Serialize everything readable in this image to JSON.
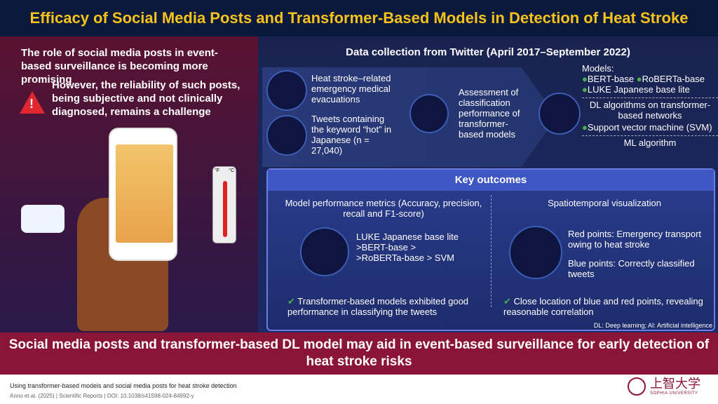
{
  "title": "Efficacy of Social Media Posts and Transformer-Based Models in Detection of Heat Stroke",
  "left": {
    "text1": "The role of social media posts in event-based surveillance is becoming more promising",
    "text2": "However, the reliability of such posts, being subjective and not clinically diagnosed, remains a challenge",
    "warning_icon": "!",
    "thermo_labels": [
      "°F",
      "°C"
    ]
  },
  "data_collection": {
    "title": "Data collection from Twitter (April 2017–September 2022)",
    "evac": "Heat stroke–related emergency medical evacuations",
    "tweets": "Tweets containing the keyword “hot” in Japanese (n = 27,040)",
    "assessment": "Assessment of classification performance of transformer-based models",
    "models_label": "Models:",
    "models": [
      "BERT-base",
      "RoBERTa-base",
      "LUKE Japanese base lite"
    ],
    "dl_label": "DL algorithms on transformer-based networks",
    "svm": "Support vector machine (SVM)",
    "ml_label": "ML algorithm"
  },
  "key_outcomes": {
    "title": "Key outcomes",
    "left_title": "Model performance metrics (Accuracy, precision, recall and F1-score)",
    "ranking": [
      "LUKE Japanese base lite",
      ">BERT-base >",
      ">RoBERTa-base > SVM"
    ],
    "left_result": "Transformer-based models exhibited good performance in classifying the tweets",
    "right_title": "Spatiotemporal visualization",
    "red": "Red points: Emergency transport owing to heat stroke",
    "blue": "Blue points: Correctly classified tweets",
    "right_result": "Close location of blue and red points, revealing reasonable correlation"
  },
  "abbrev": "DL: Deep learning; AI: Artificial intelligence",
  "conclusion": "Social media posts and transformer-based DL model may aid in event-based surveillance for early detection of heat stroke risks",
  "footer": {
    "line1": "Using transformer-based models and social media posts for heat stroke detection",
    "line2": "Anno et al. (2025) | Scientific Reports | DOI: 10.1038/s41598-024-84992-y",
    "logo_jp": "上智大学",
    "logo_en": "SOPHIA UNIVERSITY"
  },
  "colors": {
    "title": "#f6c21b",
    "banner": "#8b1538",
    "navy": "#0b1a3c",
    "check": "#4caf50"
  }
}
